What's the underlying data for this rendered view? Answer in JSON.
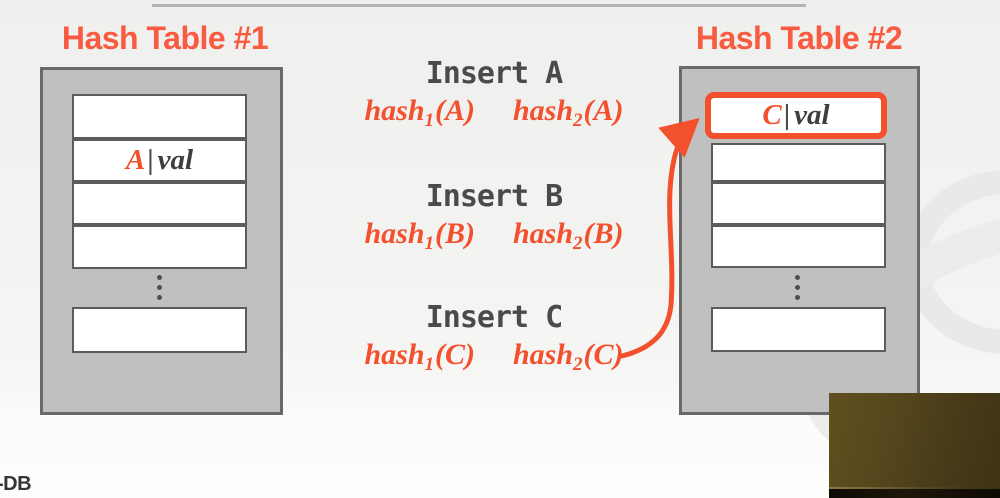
{
  "colors": {
    "accent": "#f3502e",
    "title": "#f85b40",
    "table_fill": "#c0c0c0",
    "table_border": "#696969",
    "text_dark": "#4a4a4a"
  },
  "table1": {
    "title": "Hash Table #1",
    "entry": {
      "key": "A",
      "sep": "|",
      "value": "val"
    }
  },
  "table2": {
    "title": "Hash Table #2",
    "entry": {
      "key": "C",
      "sep": "|",
      "value": "val"
    }
  },
  "steps": [
    {
      "title": "Insert A",
      "hash1": {
        "fn": "hash",
        "sub": "1",
        "arg": "(A)"
      },
      "hash2": {
        "fn": "hash",
        "sub": "2",
        "arg": "(A)"
      }
    },
    {
      "title": "Insert B",
      "hash1": {
        "fn": "hash",
        "sub": "1",
        "arg": "(B)"
      },
      "hash2": {
        "fn": "hash",
        "sub": "2",
        "arg": "(B)"
      }
    },
    {
      "title": "Insert C",
      "hash1": {
        "fn": "hash",
        "sub": "1",
        "arg": "(C)"
      },
      "hash2": {
        "fn": "hash",
        "sub": "2",
        "arg": "(C)"
      }
    }
  ],
  "watermark": "-DB"
}
